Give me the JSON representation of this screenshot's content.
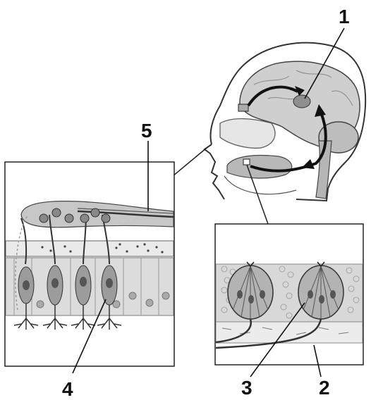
{
  "labels": {
    "l1": "1",
    "l2": "2",
    "l3": "3",
    "l4": "4",
    "l5": "5"
  },
  "colors": {
    "line": "#222222",
    "brain": "#c9c9c9",
    "brain_dark": "#9a9a9a",
    "tissue": "#bdbdbd",
    "cell": "#8d8d8d",
    "nucleus": "#555555",
    "panel_bg": "#ffffff"
  }
}
